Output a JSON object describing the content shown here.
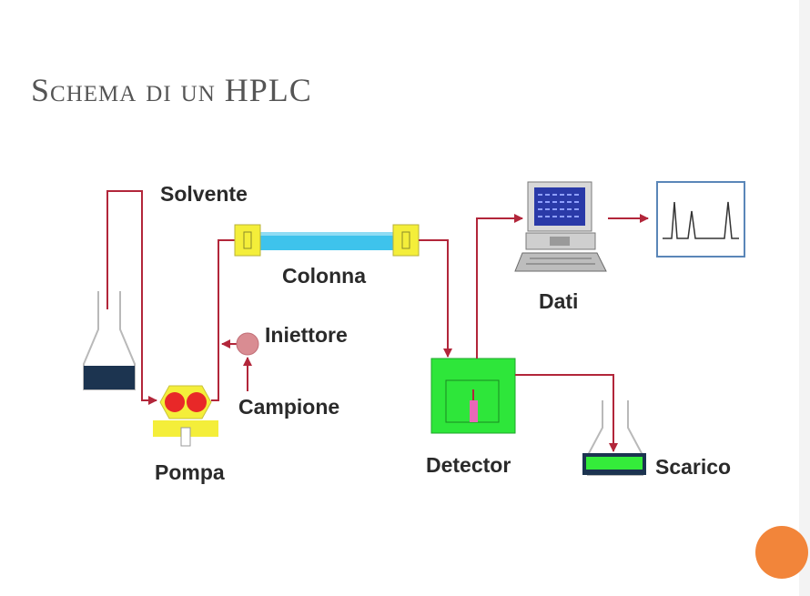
{
  "title": "Schema di un HPLC",
  "labels": {
    "solvente": "Solvente",
    "colonna": "Colonna",
    "iniettore": "Iniettore",
    "campione": "Campione",
    "pompa": "Pompa",
    "detector": "Detector",
    "dati": "Dati",
    "scarico": "Scarico"
  },
  "colors": {
    "tubing": "#b2263a",
    "column": "#3ec3ec",
    "column_fittings": "#f4ee3a",
    "detector_body": "#2ee63a",
    "pump_rotors": "#e82828",
    "injector": "#d98c92",
    "solvent_liquid": "#1c3450",
    "waste_liquid": "#34ec3a",
    "accent_dot": "#f2853a"
  }
}
